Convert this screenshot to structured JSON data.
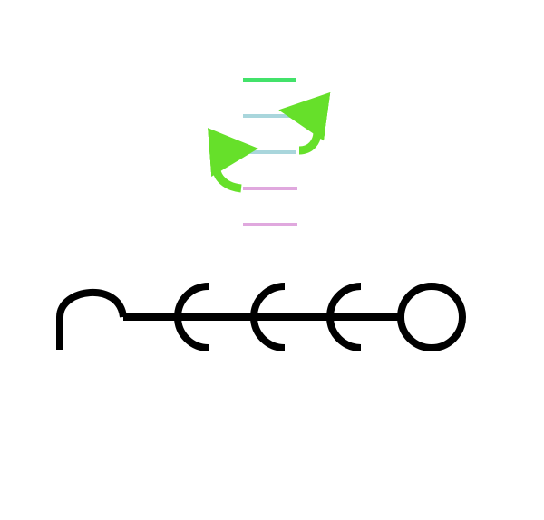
{
  "diagram": {
    "background": "#ffffff",
    "colors": {
      "glyph": "#000000",
      "level_top": "#43e26a",
      "level_middle": "#a9d6dc",
      "level_bottom": "#e0a8de",
      "arrow": "#66e02a"
    },
    "energy_levels": [
      {
        "color_key": "level_top"
      },
      {
        "color_key": "level_middle"
      },
      {
        "color_key": "level_middle"
      },
      {
        "color_key": "level_bottom"
      },
      {
        "color_key": "level_bottom"
      }
    ],
    "arrows": [
      {
        "direction": "up-left",
        "icon": "curved-arrow-icon"
      },
      {
        "direction": "down-left",
        "icon": "curved-arrow-icon"
      }
    ],
    "chain": {
      "units": [
        "start-hook",
        "half-circle",
        "half-circle",
        "half-circle",
        "end-circle"
      ]
    }
  }
}
